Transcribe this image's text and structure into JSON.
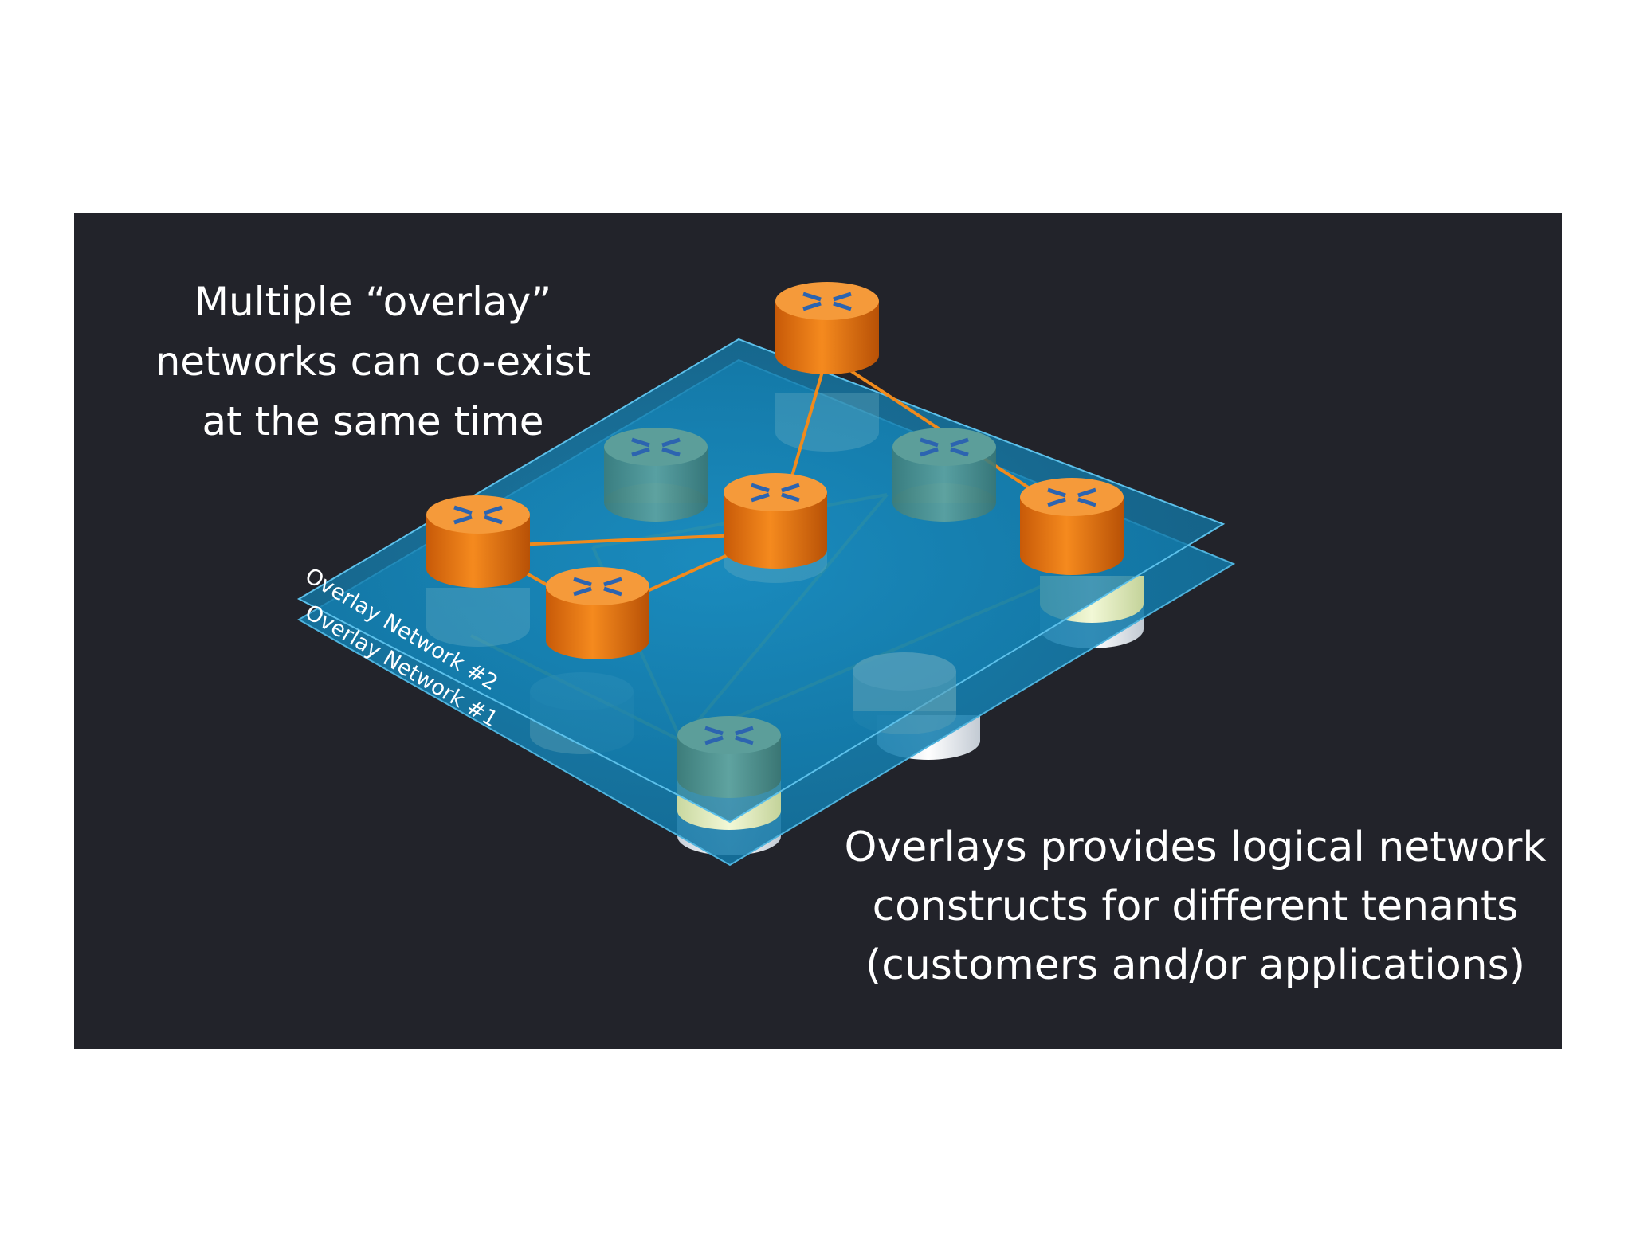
{
  "slide": {
    "background": "#22232a",
    "caption_top": {
      "lines": [
        "Multiple “overlay”",
        "networks can co-exist",
        "at the same time"
      ]
    },
    "caption_bottom": {
      "lines": [
        "Overlays provides logical network",
        "constructs for different tenants",
        "(customers and/or applications)"
      ]
    }
  },
  "diagram": {
    "planes": [
      {
        "label": "Overlay Network #2",
        "color": "#1580b0"
      },
      {
        "label": "Overlay Network #1",
        "color": "#1580b0"
      }
    ],
    "router_colors": {
      "orange": "#ef7a12",
      "teal": "#4a8f8c",
      "yellow": "#e8f2c0",
      "base": "#e8edf2",
      "icon": "#2c64b0"
    },
    "link_colors": {
      "overlay_2": "#f08a1c",
      "overlay_1": "#5a9a72"
    },
    "router_icon": "router-icon"
  }
}
